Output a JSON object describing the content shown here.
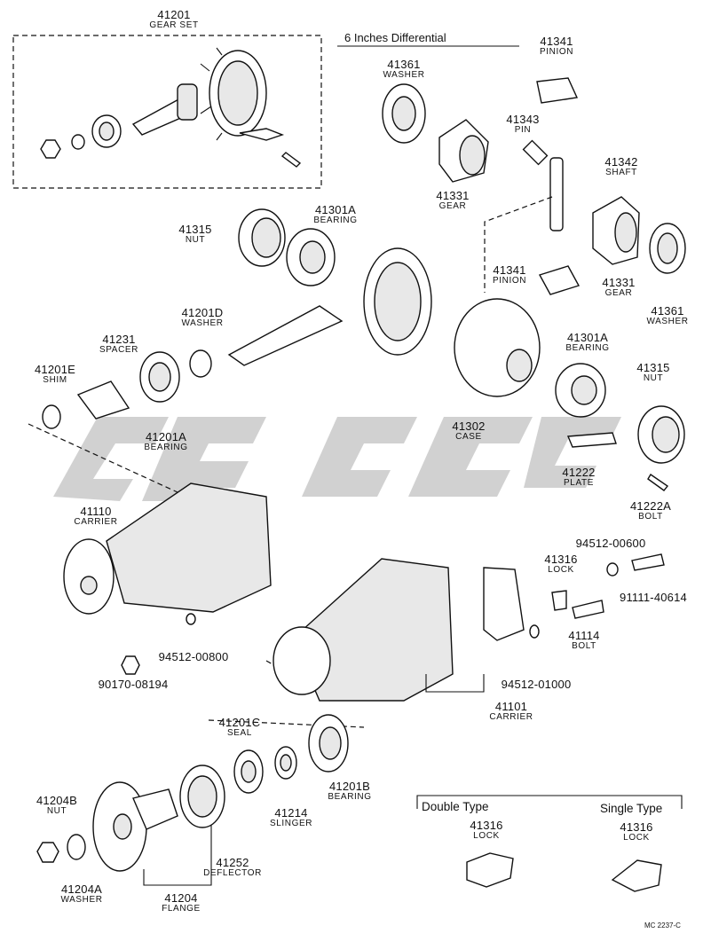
{
  "title": "6 Inches Differential",
  "figure_code": "MC 2237-C",
  "type_headers": {
    "double": "Double Type",
    "single": "Single Type"
  },
  "parts": {
    "p41201": {
      "number": "41201",
      "name": "GEAR SET"
    },
    "p41361_top": {
      "number": "41361",
      "name": "WASHER"
    },
    "p41341_top": {
      "number": "41341",
      "name": "PINION"
    },
    "p41343": {
      "number": "41343",
      "name": "PIN"
    },
    "p41342": {
      "number": "41342",
      "name": "SHAFT"
    },
    "p41331_left": {
      "number": "41331",
      "name": "GEAR"
    },
    "p41315_left": {
      "number": "41315",
      "name": "NUT"
    },
    "p41301a_left": {
      "number": "41301A",
      "name": "BEARING"
    },
    "p41341_mid": {
      "number": "41341",
      "name": "PINION"
    },
    "p41331_right": {
      "number": "41331",
      "name": "GEAR"
    },
    "p41361_right": {
      "number": "41361",
      "name": "WASHER"
    },
    "p41201d": {
      "number": "41201D",
      "name": "WASHER"
    },
    "p41231": {
      "number": "41231",
      "name": "SPACER"
    },
    "p41201e": {
      "number": "41201E",
      "name": "SHIM"
    },
    "p41201a": {
      "number": "41201A",
      "name": "BEARING"
    },
    "p41302": {
      "number": "41302",
      "name": "CASE"
    },
    "p41301a_right": {
      "number": "41301A",
      "name": "BEARING"
    },
    "p41315_right": {
      "number": "41315",
      "name": "NUT"
    },
    "p41222": {
      "number": "41222",
      "name": "PLATE"
    },
    "p41222a": {
      "number": "41222A",
      "name": "BOLT"
    },
    "p41110": {
      "number": "41110",
      "name": "CARRIER"
    },
    "p94512_00600": {
      "number": "94512-00600",
      "name": ""
    },
    "p41316_lock": {
      "number": "41316",
      "name": "LOCK"
    },
    "p91111": {
      "number": "91111-40614",
      "name": ""
    },
    "p94512_00800": {
      "number": "94512-00800",
      "name": ""
    },
    "p90170": {
      "number": "90170-08194",
      "name": ""
    },
    "p41114": {
      "number": "41114",
      "name": "BOLT"
    },
    "p94512_01000": {
      "number": "94512-01000",
      "name": ""
    },
    "p41101": {
      "number": "41101",
      "name": "CARRIER"
    },
    "p41201c": {
      "number": "41201C",
      "name": "SEAL"
    },
    "p41201b": {
      "number": "41201B",
      "name": "BEARING"
    },
    "p41214": {
      "number": "41214",
      "name": "SLINGER"
    },
    "p41204b": {
      "number": "41204B",
      "name": "NUT"
    },
    "p41204a": {
      "number": "41204A",
      "name": "WASHER"
    },
    "p41252": {
      "number": "41252",
      "name": "DEFLECTOR"
    },
    "p41204": {
      "number": "41204",
      "name": "FLANGE"
    },
    "p41316_double": {
      "number": "41316",
      "name": "LOCK"
    },
    "p41316_single": {
      "number": "41316",
      "name": "LOCK"
    }
  }
}
